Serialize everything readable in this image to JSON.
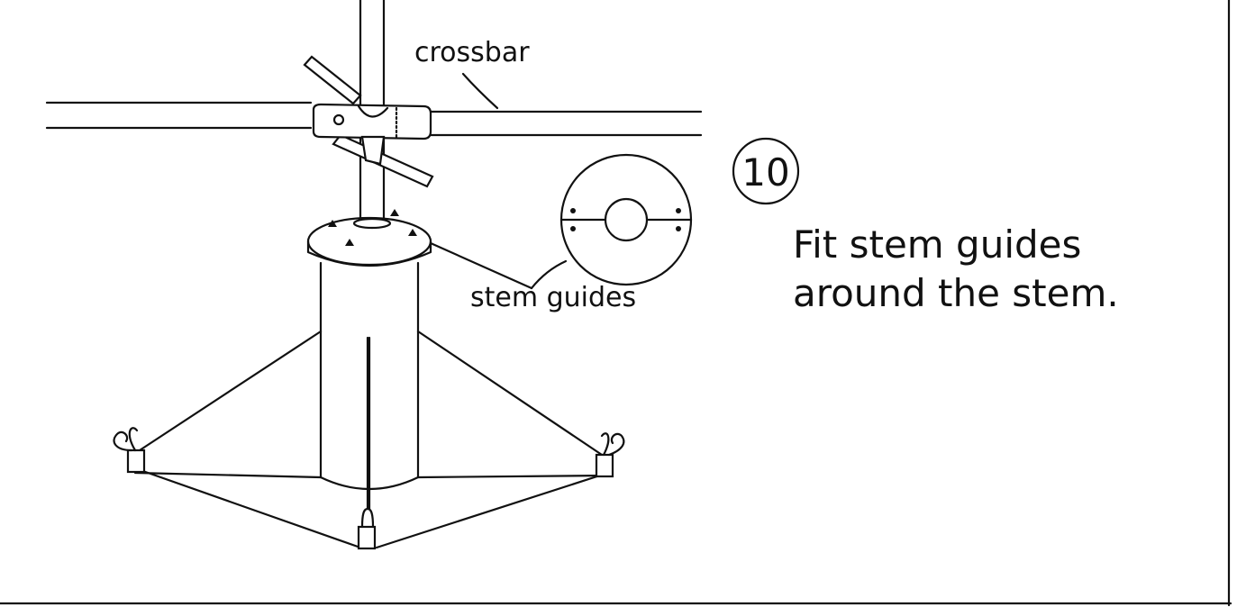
{
  "labels": {
    "crossbar": "crossbar",
    "stem_guides": "stem guides"
  },
  "step": {
    "number": "10",
    "instruction_line1": "Fit stem guides",
    "instruction_line2": "around the stem."
  },
  "colors": {
    "ink": "#111111",
    "paper": "#ffffff"
  }
}
